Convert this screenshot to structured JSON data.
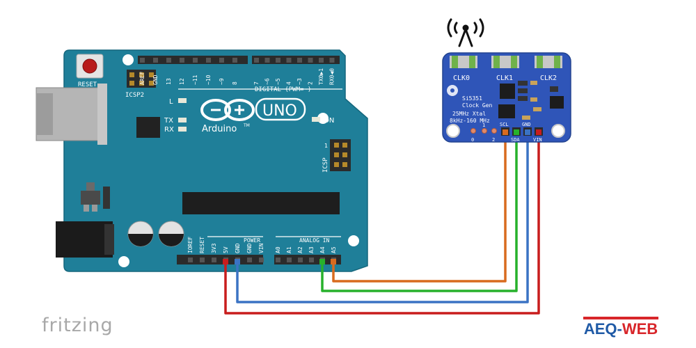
{
  "arduino": {
    "reset_label": "RESET",
    "icsp2_label": "ICSP2",
    "icsp_label": "ICSP",
    "icsp_pin1_label": "1",
    "digital_label": "DIGITAL (PWM=~)",
    "uno_label": "UNO",
    "brand_label": "Arduino",
    "tm_label": "TM",
    "on_label": "ON",
    "led_l": "L",
    "led_tx": "TX",
    "led_rx": "RX",
    "power_label": "POWER",
    "analog_label": "ANALOG IN",
    "top_pins": [
      "AREF",
      "GND",
      "13",
      "12",
      "~11",
      "~10",
      "~9",
      "8",
      "7",
      "~6",
      "~5",
      "4",
      "~3",
      "2",
      "TX0▶1",
      "RX0◀0"
    ],
    "power_pins": [
      "IOREF",
      "RESET",
      "3V3",
      "5V",
      "GND",
      "GND",
      "VIN"
    ],
    "analog_pins": [
      "A0",
      "A1",
      "A2",
      "A3",
      "A4",
      "A5"
    ]
  },
  "module": {
    "clk0": "CLK0",
    "clk1": "CLK1",
    "clk2": "CLK2",
    "chip_name": "Si5351",
    "chip_desc": "Clock Gen",
    "xtal": "25MHz Xtal",
    "range": "8kHz-160 MHz",
    "pin_scl": "SCL",
    "pin_gnd": "GND",
    "pin_sda": "SDA",
    "pin_vin": "VIN",
    "pin0": "0",
    "pin1": "1",
    "pin2": "2"
  },
  "watermark": {
    "fritzing": "fritzing",
    "brand_a": "AEQ-",
    "brand_b": "WEB"
  },
  "colors": {
    "board": "#1f7f99",
    "module": "#2f55b8",
    "wire_red": "#c81d1d",
    "wire_blue": "#3b73c4",
    "wire_green": "#27b12b",
    "wire_orange": "#d86b1f"
  },
  "icons": {
    "antenna": "antenna-signal-icon",
    "arduino_logo": "arduino-infinity-logo"
  }
}
